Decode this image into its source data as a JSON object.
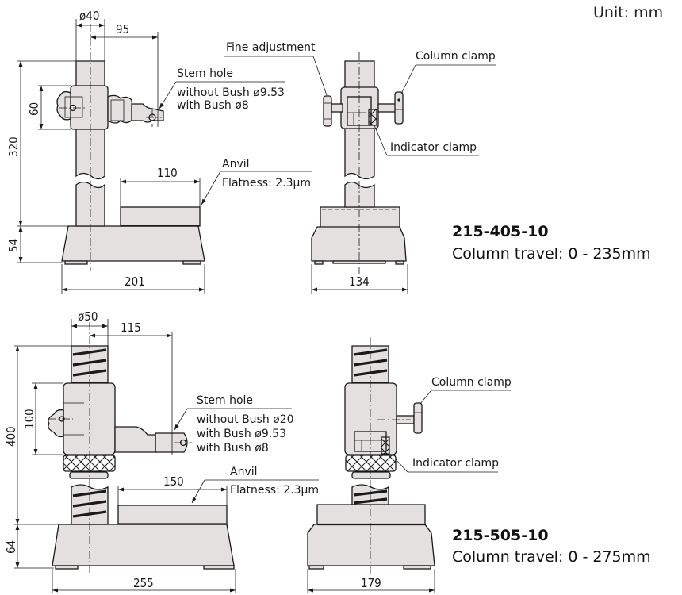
{
  "unit_label": "Unit: mm",
  "colors": {
    "part_fill": "#e3e0df",
    "line": "#1a1a1a",
    "background": "#ffffff"
  },
  "top_model": {
    "model_number": "215-405-10",
    "column_travel": "Column travel: 0 - 235mm",
    "side_view": {
      "dim_column_diameter": "ø40",
      "dim_stem_offset": "95",
      "dim_height": "320",
      "dim_holder_height": "60",
      "dim_anvil_width": "110",
      "dim_base_height": "54",
      "dim_base_width": "201",
      "stem_hole_title": "Stem hole",
      "stem_hole_lines": [
        "without Bush ø9.53",
        "with Bush ø8"
      ],
      "anvil_title": "Anvil",
      "anvil_flatness": "Flatness: 2.3µm"
    },
    "front_view": {
      "fine_adjustment_label": "Fine adjustment",
      "column_clamp_label": "Column clamp",
      "indicator_clamp_label": "Indicator clamp",
      "dim_base_width": "134"
    }
  },
  "bottom_model": {
    "model_number": "215-505-10",
    "column_travel": "Column travel: 0 - 275mm",
    "side_view": {
      "dim_column_diameter": "ø50",
      "dim_stem_offset": "115",
      "dim_height": "400",
      "dim_holder_height": "100",
      "dim_anvil_width": "150",
      "dim_base_height": "64",
      "dim_base_width": "255",
      "stem_hole_title": "Stem hole",
      "stem_hole_lines": [
        "without Bush ø20",
        "with Bush ø9.53",
        "with Bush ø8"
      ],
      "anvil_title": "Anvil",
      "anvil_flatness": "Flatness: 2.3µm"
    },
    "front_view": {
      "column_clamp_label": "Column clamp",
      "indicator_clamp_label": "Indicator clamp",
      "dim_base_width": "179"
    }
  }
}
